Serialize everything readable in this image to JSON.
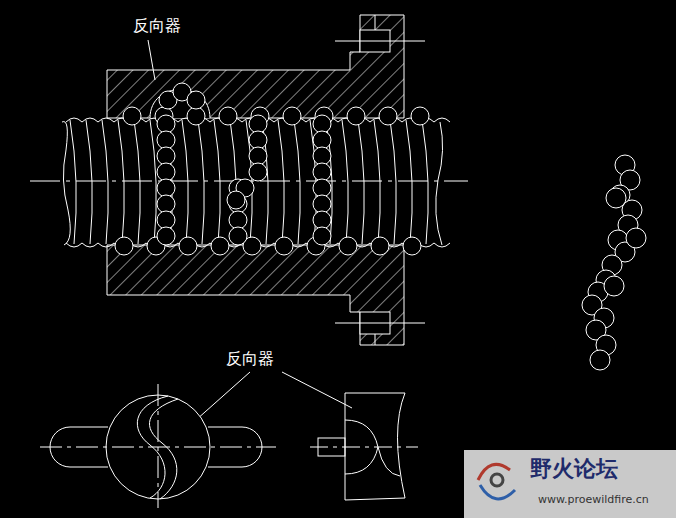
{
  "diagram": {
    "labels": [
      "反向器",
      "反向器",
      "野火论坛",
      "www.proewildfire.cn"
    ]
  }
}
